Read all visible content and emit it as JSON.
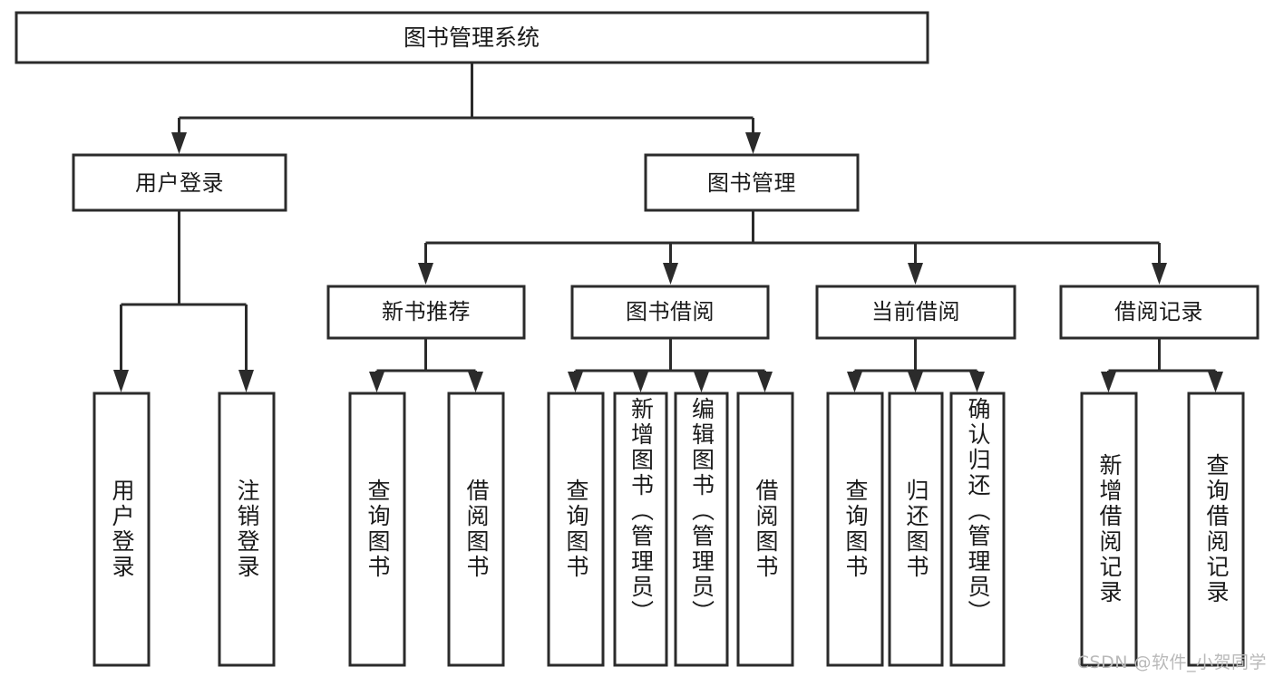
{
  "diagram": {
    "title": "图书管理系统",
    "type": "tree-hierarchy",
    "root": {
      "id": "root",
      "label": "图书管理系统"
    },
    "level2": [
      {
        "id": "user-login",
        "label": "用户登录"
      },
      {
        "id": "book-manage",
        "label": "图书管理"
      }
    ],
    "level3": [
      {
        "id": "new-book-recommend",
        "label": "新书推荐",
        "parent": "book-manage"
      },
      {
        "id": "book-borrow",
        "label": "图书借阅",
        "parent": "book-manage"
      },
      {
        "id": "current-borrow",
        "label": "当前借阅",
        "parent": "book-manage"
      },
      {
        "id": "borrow-record",
        "label": "借阅记录",
        "parent": "book-manage"
      }
    ],
    "leaves": [
      {
        "id": "leaf-user-login",
        "label": "用户登录",
        "parent": "user-login"
      },
      {
        "id": "leaf-logout-login",
        "label": "注销登录",
        "parent": "user-login"
      },
      {
        "id": "leaf-query-book-1",
        "label": "查询图书",
        "parent": "new-book-recommend"
      },
      {
        "id": "leaf-borrow-book-1",
        "label": "借阅图书",
        "parent": "new-book-recommend"
      },
      {
        "id": "leaf-query-book-2",
        "label": "查询图书",
        "parent": "book-borrow"
      },
      {
        "id": "leaf-add-book",
        "label": "新增图书（管理员）",
        "parent": "book-borrow"
      },
      {
        "id": "leaf-edit-book",
        "label": "编辑图书（管理员）",
        "parent": "book-borrow"
      },
      {
        "id": "leaf-borrow-book-2",
        "label": "借阅图书",
        "parent": "book-borrow"
      },
      {
        "id": "leaf-query-book-3",
        "label": "查询图书",
        "parent": "current-borrow"
      },
      {
        "id": "leaf-return-book",
        "label": "归还图书",
        "parent": "current-borrow"
      },
      {
        "id": "leaf-confirm-return",
        "label": "确认归还（管理员）",
        "parent": "current-borrow"
      },
      {
        "id": "leaf-add-record",
        "label": "新增借阅记录",
        "parent": "borrow-record"
      },
      {
        "id": "leaf-query-record",
        "label": "查询借阅记录",
        "parent": "borrow-record"
      }
    ],
    "colors": {
      "box_stroke": "#2b2b2b",
      "box_fill": "#ffffff",
      "text": "#1a1a1a",
      "background": "#ffffff",
      "watermark": "#b9b9b9"
    }
  },
  "watermark": {
    "text": "CSDN @软件_小贺同学"
  }
}
